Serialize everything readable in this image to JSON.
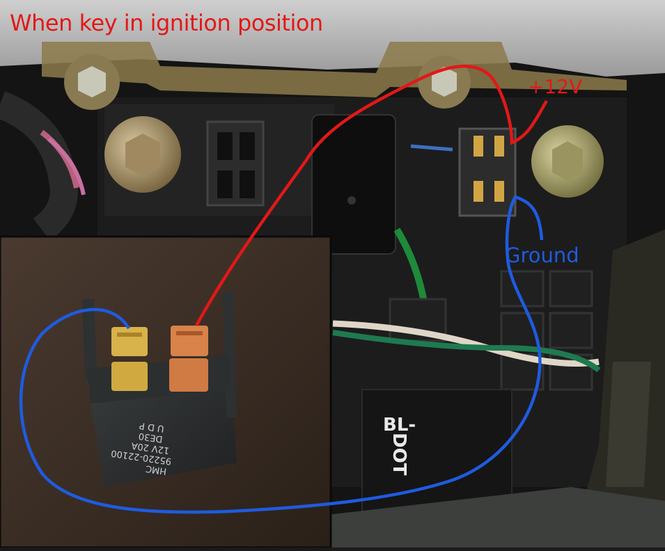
{
  "annotations": {
    "title": "When key in ignition position",
    "positive_label": "+12V",
    "ground_label": "Ground"
  },
  "relay_print": {
    "brand": "HMC",
    "part_number": "95220-22100",
    "rating": "12V 20A",
    "line3": "DE30",
    "line4": "U D P"
  },
  "box_print": {
    "line1": "BL-",
    "line2": "DOT"
  },
  "colors": {
    "annotation_red": "#e21818",
    "annotation_blue": "#1f5be0",
    "brass": "#d8b24a",
    "copper": "#d9824a"
  }
}
